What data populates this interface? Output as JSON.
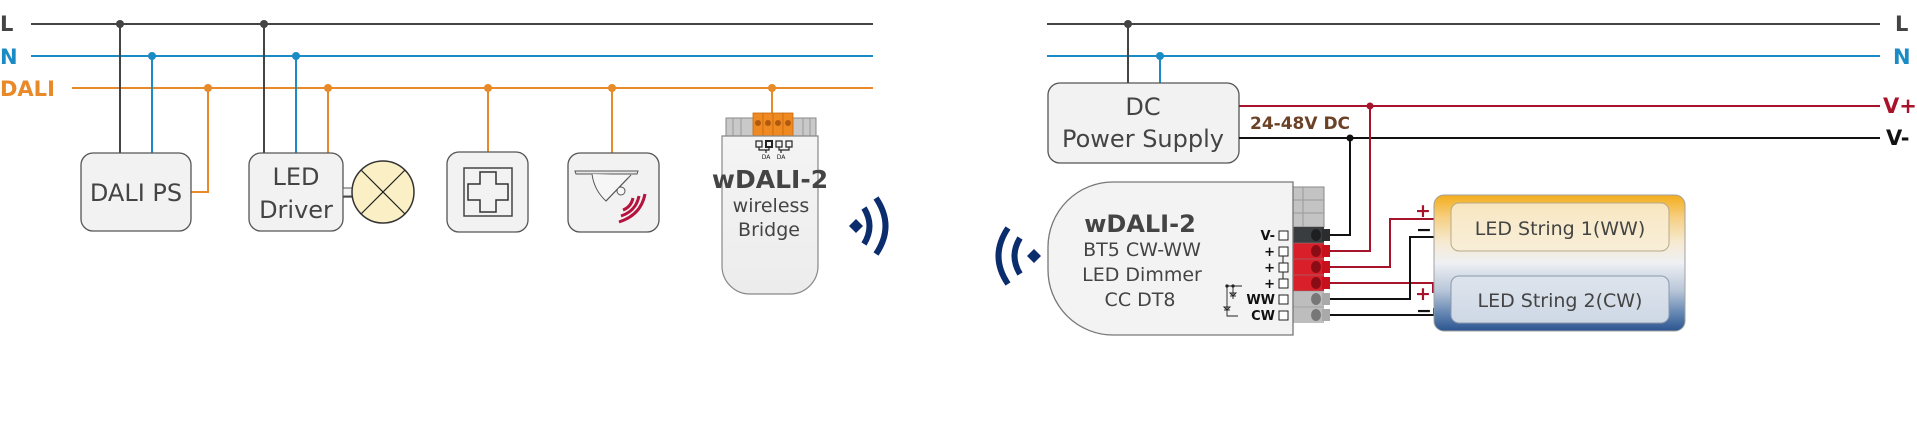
{
  "left_diagram": {
    "bus_labels": {
      "L": "L",
      "N": "N",
      "DALI": "DALI"
    },
    "devices": {
      "dali_ps": "DALI PS",
      "led_driver": [
        "LED",
        "Driver"
      ],
      "pushbutton": "",
      "sensor": "",
      "bridge": {
        "title": "wDALI-2",
        "line1": "wireless",
        "line2": "Bridge",
        "da1": "DA",
        "da2": "DA"
      }
    }
  },
  "right_diagram": {
    "bus_labels": {
      "L": "L",
      "N": "N",
      "Vplus": "V+",
      "Vminus": "V-"
    },
    "power_supply": [
      "DC",
      "Power Supply"
    ],
    "voltage_label": "24-48V DC",
    "dimmer": {
      "title": "wDALI-2",
      "line1": "BT5 CW-WW",
      "line2": "LED Dimmer",
      "line3": "CC DT8",
      "terminals": [
        "V-",
        "+",
        "+",
        "+",
        "WW",
        "CW"
      ]
    },
    "led_strings": [
      "LED String 1(WW)",
      "LED String 2(CW)"
    ],
    "polarity": {
      "plus": "+",
      "minus": "−"
    }
  },
  "colors": {
    "L": "#444444",
    "N": "#1a8bc4",
    "DALI": "#e8892a",
    "Vplus": "#a8132c",
    "Vminus": "#111111",
    "wireless": "#0b2d6e",
    "sensor_waves": "#b5123e",
    "voltage_text": "#6b4226"
  }
}
